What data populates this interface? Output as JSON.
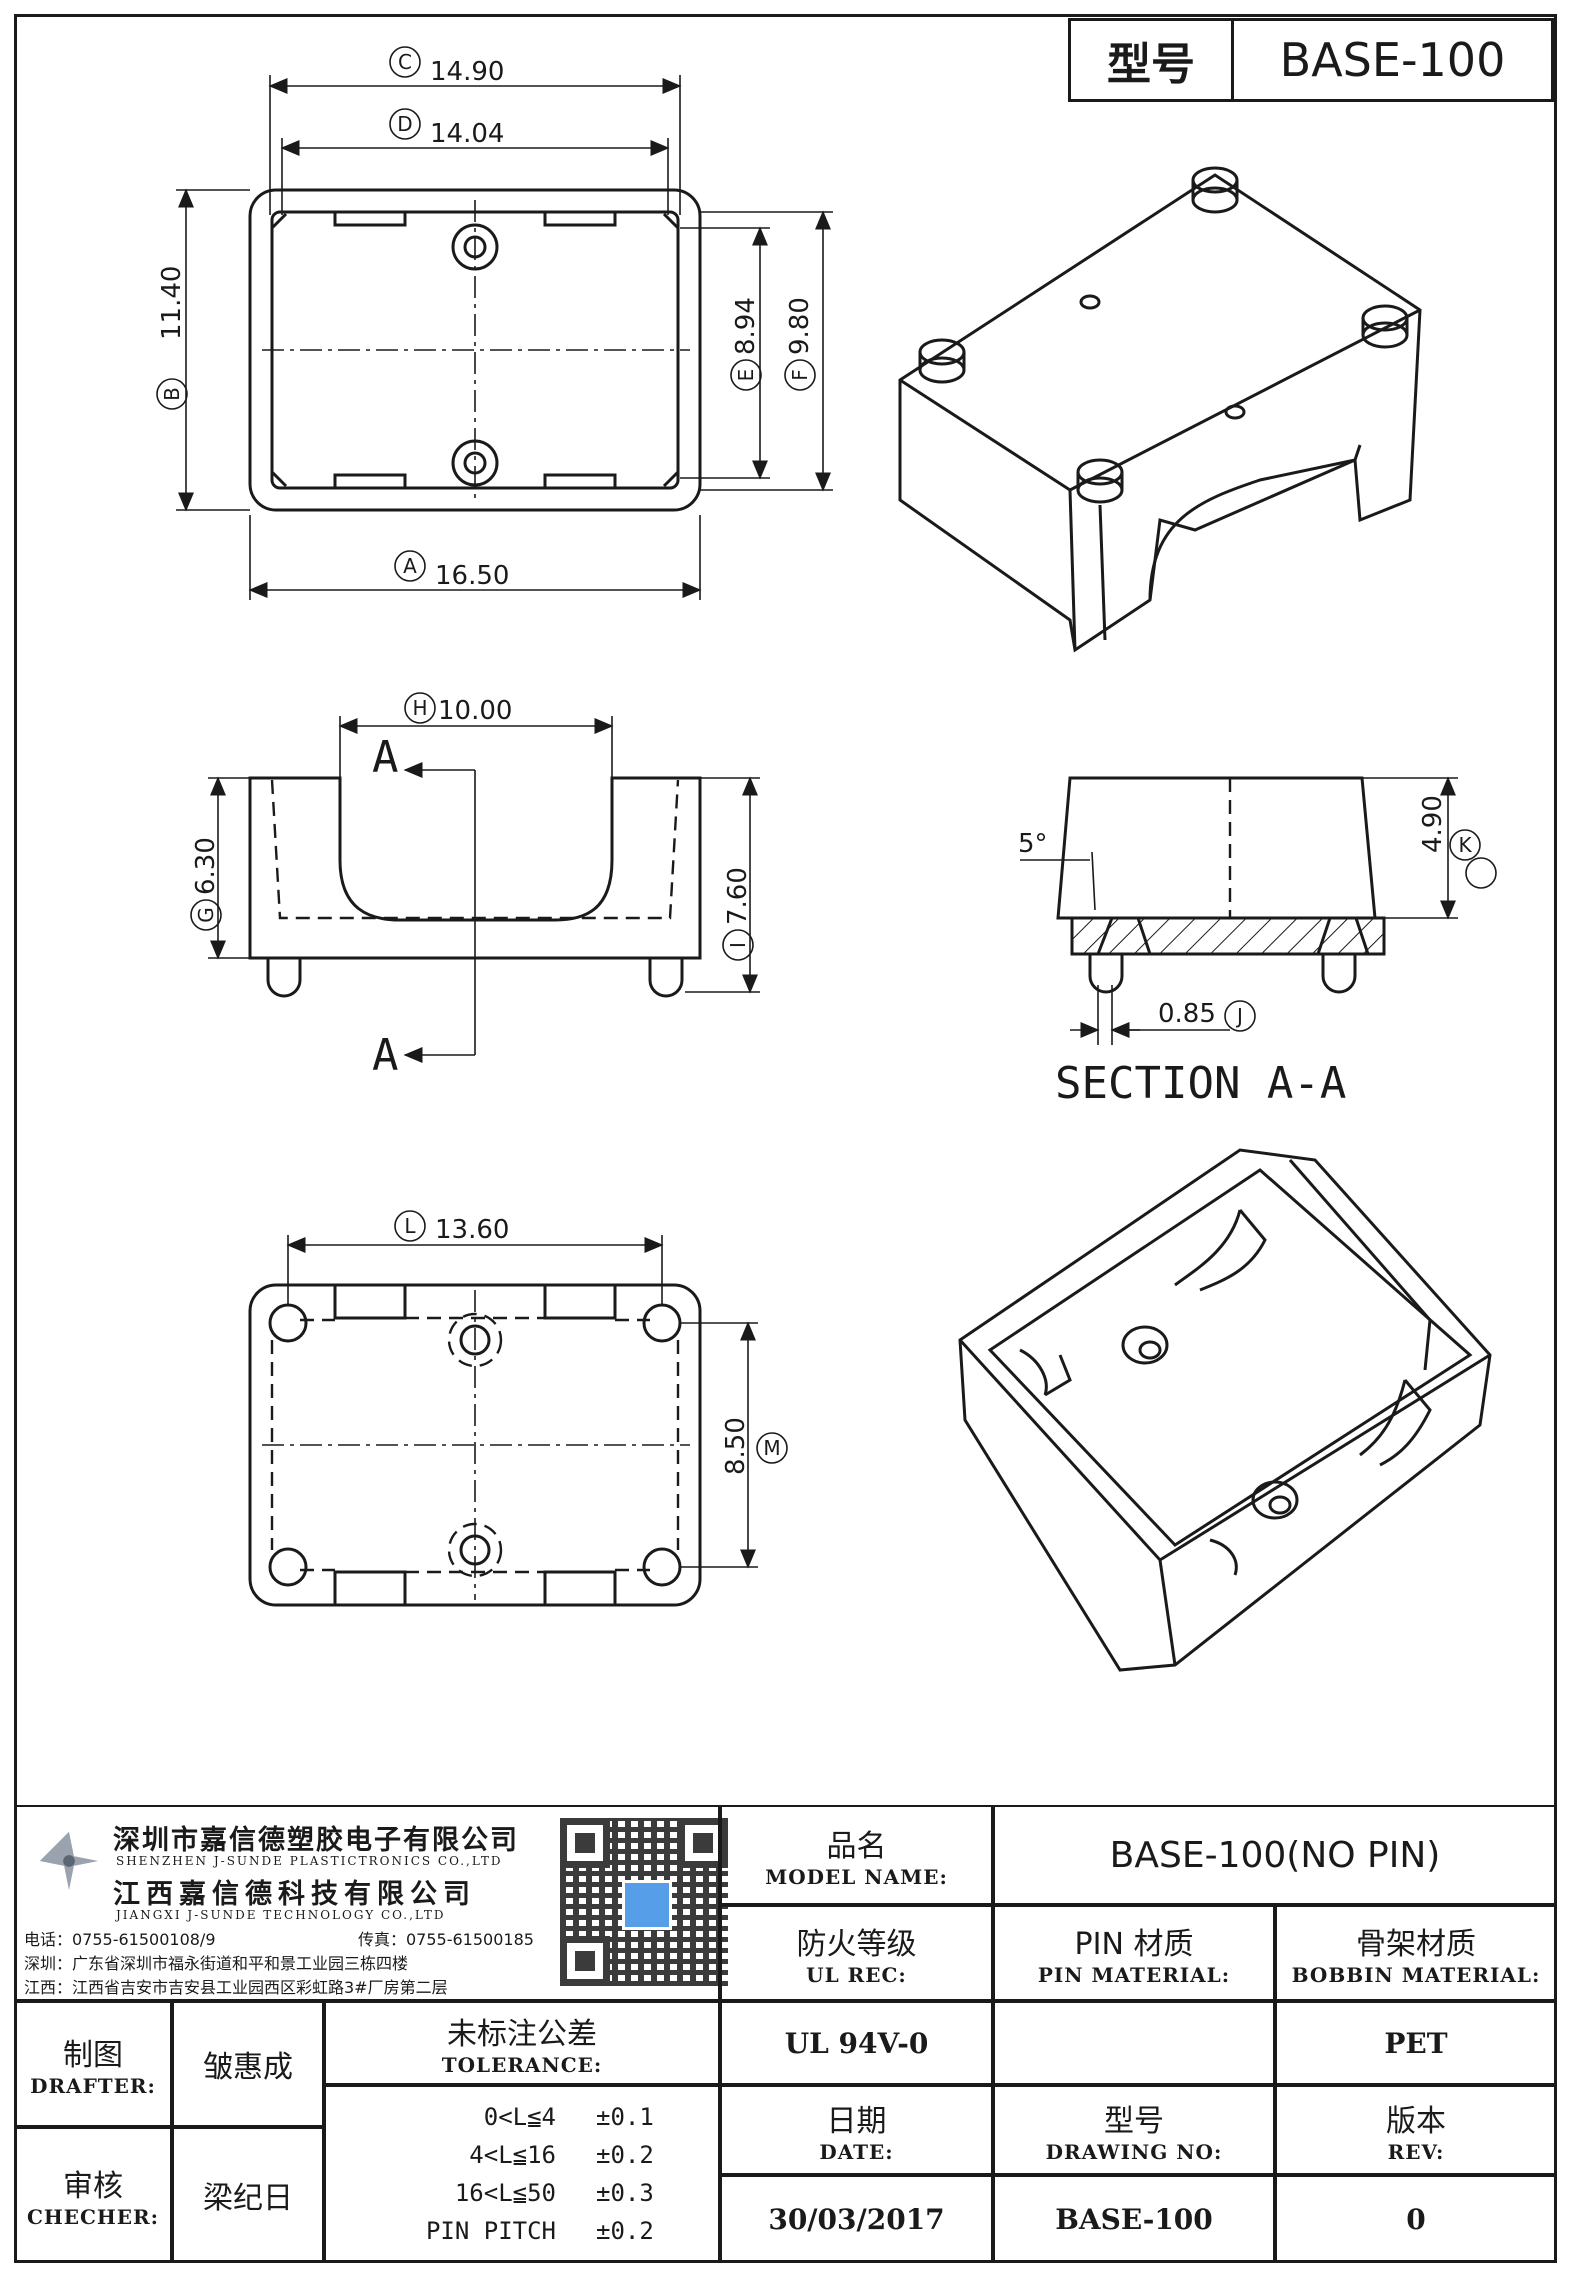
{
  "title_box": {
    "label": "型号",
    "value": "BASE-100"
  },
  "dimensions": {
    "A": {
      "letter": "A",
      "value": "16.50"
    },
    "B": {
      "letter": "B",
      "value": "11.40"
    },
    "C": {
      "letter": "C",
      "value": "14.90"
    },
    "D": {
      "letter": "D",
      "value": "14.04"
    },
    "E": {
      "letter": "E",
      "value": "8.94"
    },
    "F": {
      "letter": "F",
      "value": "9.80"
    },
    "G": {
      "letter": "G",
      "value": "6.30"
    },
    "H": {
      "letter": "H",
      "value": "10.00"
    },
    "I": {
      "letter": "I",
      "value": "7.60"
    },
    "J": {
      "letter": "J",
      "value": "0.85"
    },
    "K": {
      "letter": "K",
      "value": "4.90"
    },
    "L": {
      "letter": "L",
      "value": "13.60"
    },
    "M": {
      "letter": "M",
      "value": "8.50"
    }
  },
  "section": {
    "marker": "A",
    "title": "SECTION A-A",
    "angle": "5°"
  },
  "company": {
    "name_cn_1": "深圳市嘉信德塑胶电子有限公司",
    "name_en_1": "SHENZHEN J-SUNDE PLASTICTRONICS CO.,LTD",
    "name_cn_2": "江西嘉信德科技有限公司",
    "name_en_2": "JIANGXI J-SUNDE TECHNOLOGY CO.,LTD",
    "phone": "电话：0755-61500108/9",
    "fax": "传真：0755-61500185",
    "addr_sz": "深圳：广东省深圳市福永街道和平和景工业园三栋四楼",
    "addr_jx": "江西：江西省吉安市吉安县工业园西区彩虹路3#厂房第二层"
  },
  "table": {
    "model_name_zh": "品名",
    "model_name_en": "MODEL NAME:",
    "model_name_value": "BASE-100(NO PIN)",
    "ul_zh": "防火等级",
    "ul_en": "UL REC:",
    "ul_value": "UL 94V-0",
    "pin_zh": "PIN 材质",
    "pin_en": "PIN MATERIAL:",
    "pin_value": "",
    "bobbin_zh": "骨架材质",
    "bobbin_en": "BOBBIN MATERIAL:",
    "bobbin_value": "PET",
    "drafter_zh": "制图",
    "drafter_en": "DRAFTER:",
    "drafter_value": "皱惠成",
    "checker_zh": "审核",
    "checker_en": "CHECHER:",
    "checker_value": "梁纪日",
    "tolerance_zh": "未标注公差",
    "tolerance_en": "TOLERANCE:",
    "tolerances": [
      {
        "range": "0<L≦4",
        "tol": "±0.1"
      },
      {
        "range": "4<L≦16",
        "tol": "±0.2"
      },
      {
        "range": "16<L≦50",
        "tol": "±0.3"
      },
      {
        "range": "PIN PITCH",
        "tol": "±0.2"
      }
    ],
    "date_zh": "日期",
    "date_en": "DATE:",
    "date_value": "30/03/2017",
    "drawing_zh": "型号",
    "drawing_en": "DRAWING NO:",
    "drawing_value": "BASE-100",
    "rev_zh": "版本",
    "rev_en": "REV:",
    "rev_value": "0"
  }
}
